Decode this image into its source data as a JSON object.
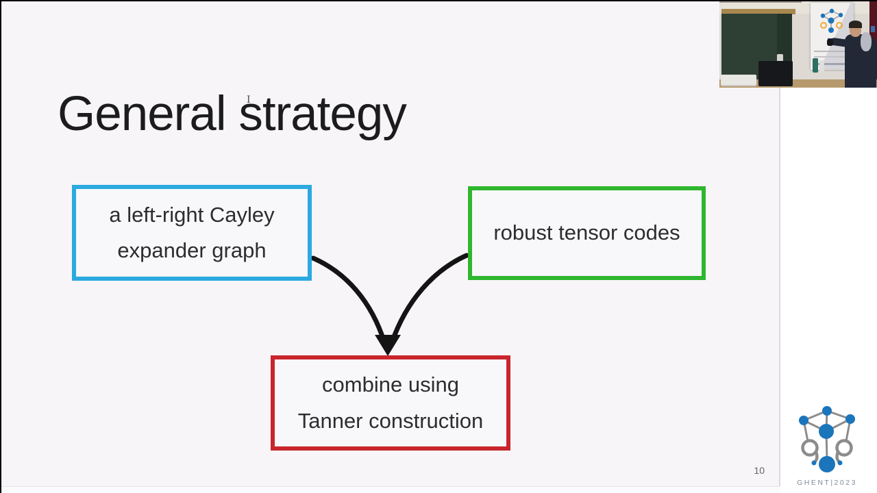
{
  "slide": {
    "title": "General strategy",
    "page_number": "10",
    "boxes": {
      "expander": {
        "line1": "a left-right Cayley",
        "line2": "expander graph",
        "border_color": "#2BA9E0"
      },
      "tensor": {
        "label": "robust tensor codes",
        "border_color": "#2FB62F"
      },
      "combine": {
        "line1": "combine using",
        "line2": "Tanner construction",
        "border_color": "#C9252C"
      }
    },
    "colors": {
      "background": "#f7f5f7",
      "arrow": "#141414",
      "text": "#2d2d30"
    }
  },
  "conference_logo": {
    "text": "GHENT|2023",
    "blue": "#1b75bb",
    "gray": "#8c8c8c",
    "text_color": "#7e8b99"
  }
}
